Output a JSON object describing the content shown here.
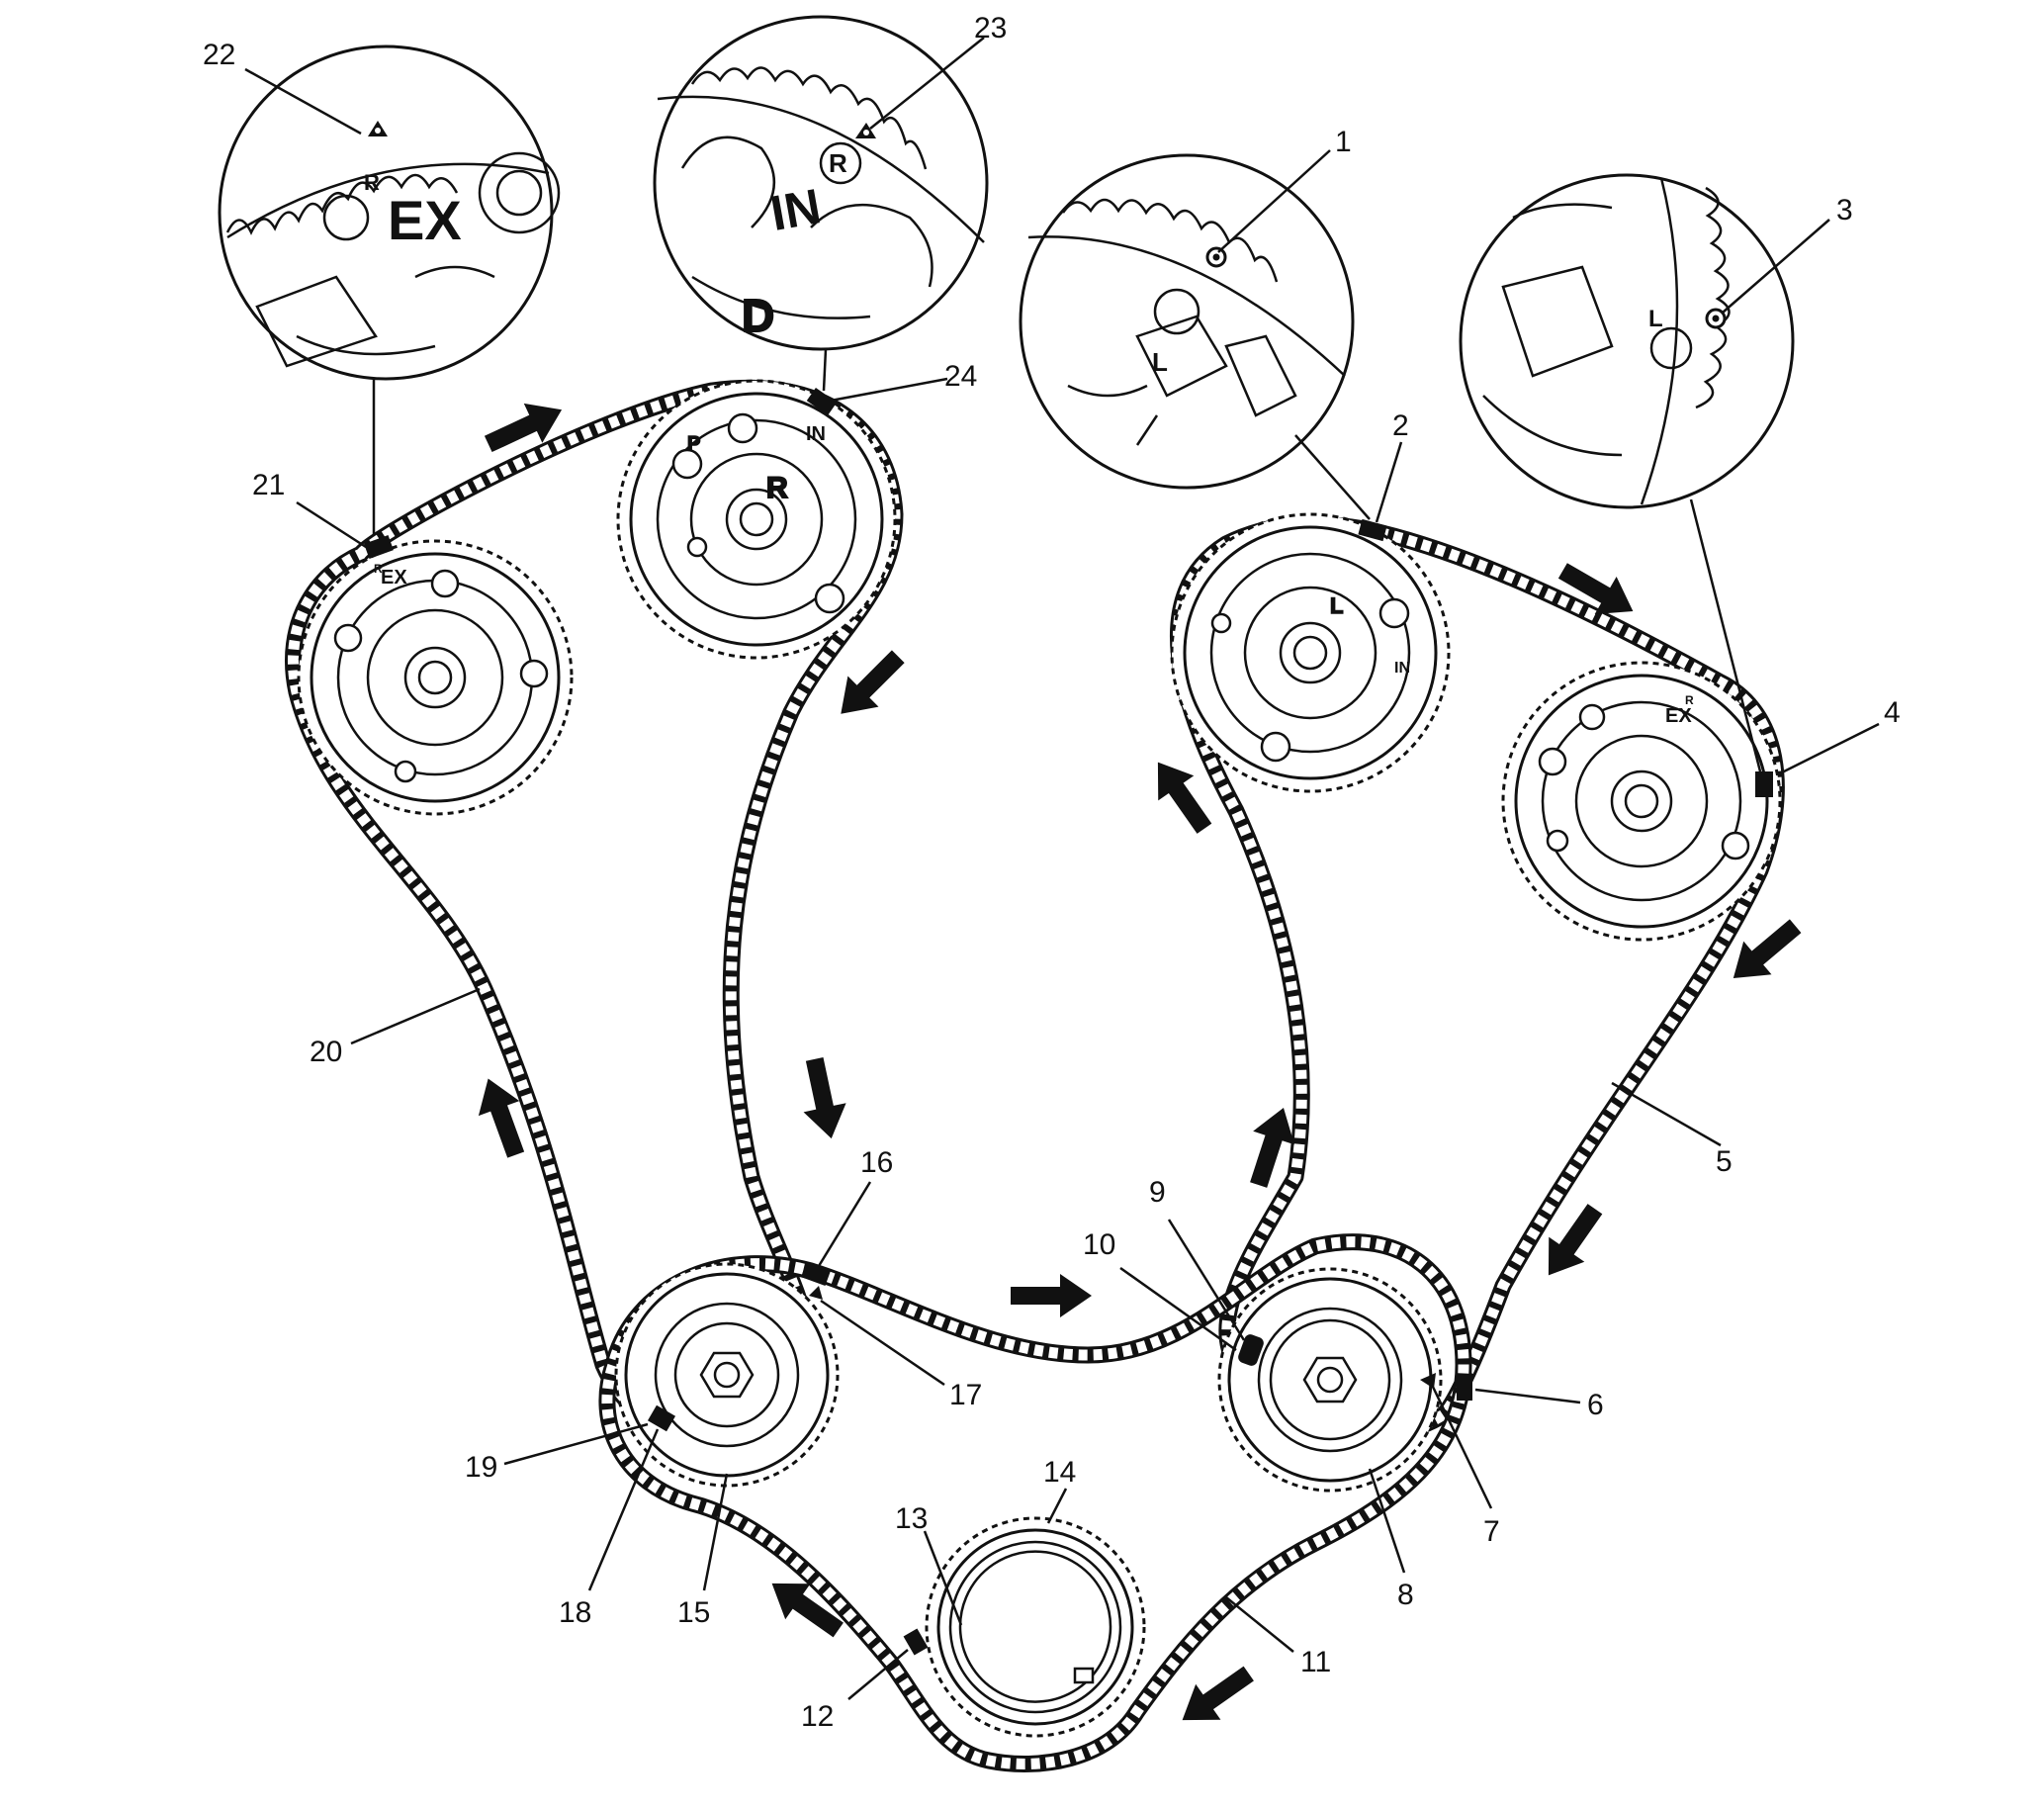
{
  "callouts": {
    "c1": "1",
    "c2": "2",
    "c3": "3",
    "c4": "4",
    "c5": "5",
    "c6": "6",
    "c7": "7",
    "c8": "8",
    "c9": "9",
    "c10": "10",
    "c11": "11",
    "c12": "12",
    "c13": "13",
    "c14": "14",
    "c15": "15",
    "c16": "16",
    "c17": "17",
    "c18": "18",
    "c19": "19",
    "c20": "20",
    "c21": "21",
    "c22": "22",
    "c23": "23",
    "c24": "24"
  },
  "gear_markings": {
    "left_exhaust": "EX",
    "left_intake": "IN",
    "right_intake": "IN",
    "right_exhaust": "EX",
    "r_mark": "R",
    "l_mark": "L",
    "d_mark": "D",
    "p_mark": "P"
  },
  "detail_views": {
    "exhaust_left": "EX",
    "intake_left": "IN",
    "intake_left_r": "R",
    "intake_left_d": "D",
    "intake_right_l": "L",
    "exhaust_right_l": "L",
    "exhaust_left_r": "R"
  },
  "colors": {
    "line": "#111111",
    "background": "#ffffff"
  }
}
